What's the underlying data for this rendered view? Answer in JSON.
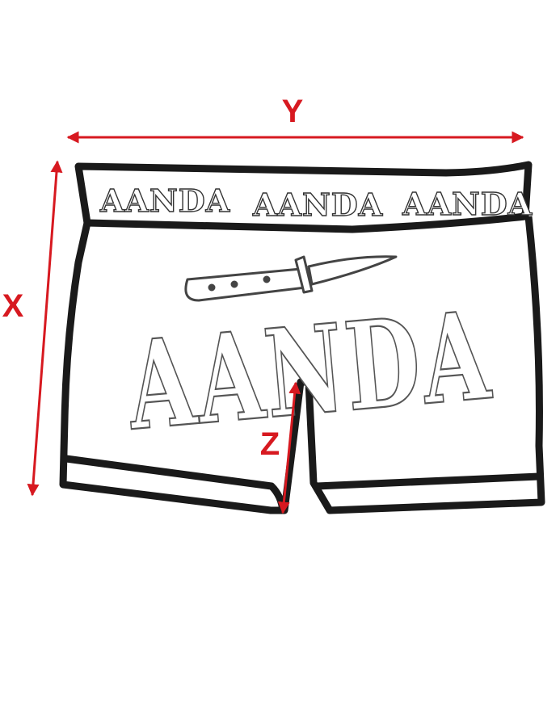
{
  "labels": {
    "width": "Y",
    "height": "X",
    "rise": "Z"
  },
  "brand": {
    "text": "AANDA"
  },
  "colors": {
    "dimension": "#d71920",
    "outline": "#1a1a1a",
    "sketch": "#555555",
    "background": "#ffffff"
  }
}
